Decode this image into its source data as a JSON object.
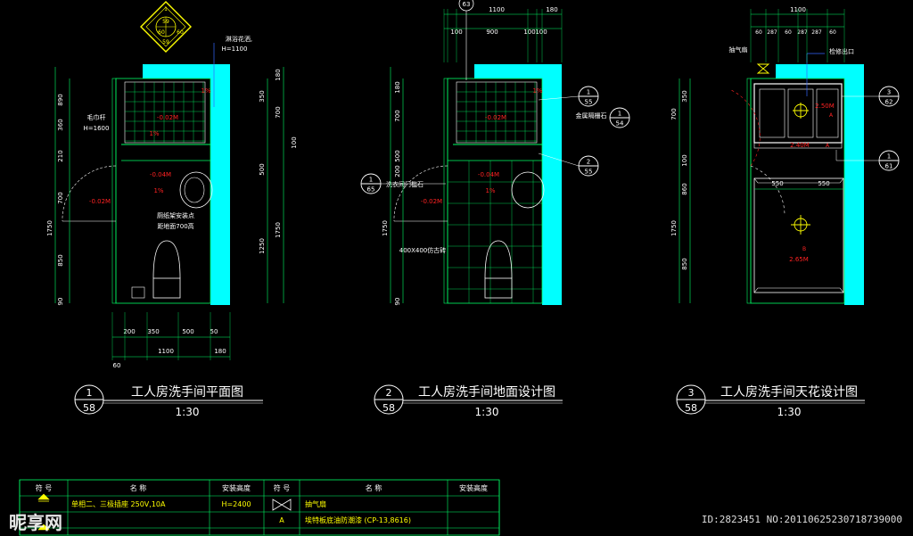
{
  "plans": [
    {
      "title": "工人房洗手间平面图",
      "scale": "1:30",
      "num": "1",
      "sheet": "58",
      "dims_bottom": [
        "200",
        "350",
        "500",
        "50"
      ],
      "dims_total": "1100",
      "dims_total_right": "180",
      "dims_left": [
        "890",
        "360",
        "210",
        "700",
        "1750",
        "850",
        "90"
      ],
      "dims_right": [
        "350",
        "700",
        "500",
        "1250",
        "1750",
        "100"
      ],
      "top_dim": "180",
      "notes": [
        "毛巾杆",
        "H=1600",
        "淋浴花洒,",
        "H=1100",
        "厕纸架安装点",
        "距地面700高"
      ],
      "levels": [
        "-0.02M",
        "-0.04M",
        "-0.02M"
      ],
      "slopes": [
        "1%",
        "1%",
        "1%"
      ],
      "bottom_left": "60"
    },
    {
      "title": "工人房洗手间地面设计图",
      "scale": "1:30",
      "num": "2",
      "sheet": "58",
      "top_dims": [
        "63",
        "1100",
        "180"
      ],
      "sub_dims": [
        "100",
        "900",
        "100",
        "100"
      ],
      "dims_left": [
        "180",
        "700",
        "500",
        "200",
        "1750",
        "90"
      ],
      "notes": [
        "洗衣间门槛石",
        "400X400仿古砖",
        "金属隔栅石"
      ],
      "callouts": [
        {
          "n": "1",
          "s": "55"
        },
        {
          "n": "1",
          "s": "54"
        },
        {
          "n": "2",
          "s": "55"
        },
        {
          "n": "1",
          "s": "65"
        }
      ],
      "levels": [
        "-0.02M",
        "-0.04M",
        "-0.02M"
      ],
      "slopes": [
        "1%",
        "1%"
      ]
    },
    {
      "title": "工人房洗手间天花设计图",
      "scale": "1:30",
      "num": "3",
      "sheet": "58",
      "top_dims": [
        "1100"
      ],
      "sub_dims": [
        "60",
        "287",
        "60",
        "287",
        "287",
        "60"
      ],
      "mid_dims": [
        "550",
        "550"
      ],
      "dims_left": [
        "350",
        "700",
        "100",
        "860",
        "1750",
        "850"
      ],
      "notes": [
        "抽气扇",
        "检修出口"
      ],
      "callouts": [
        {
          "n": "3",
          "s": "62"
        },
        {
          "n": "1",
          "s": "61"
        }
      ],
      "levels": [
        "2.50M",
        "2.40M",
        "2.65M"
      ]
    }
  ],
  "compass": {
    "center": "1",
    "n": "59",
    "w": "60",
    "e": "60",
    "s": "59"
  },
  "legend": {
    "headers": [
      "符 号",
      "名  称",
      "安装高度",
      "符 号",
      "名  称",
      "安装高度"
    ],
    "rows": [
      [
        "",
        "单相二、三极插座 250V,10A",
        "H=2400",
        "",
        "抽气扇",
        ""
      ],
      [
        "",
        "",
        "",
        "A",
        "埃特板底油防潮漆 (CP-13,8616)",
        ""
      ]
    ]
  },
  "watermark": "昵享网",
  "id_text": "ID:2823451 NO:20110625230718739000",
  "colors": {
    "green": "#00ff66",
    "cyan": "#00ffff",
    "red": "#ff2222",
    "white": "#ffffff",
    "yellow": "#ffff00",
    "blue": "#3366ff",
    "magenta": "#ff00ff"
  }
}
